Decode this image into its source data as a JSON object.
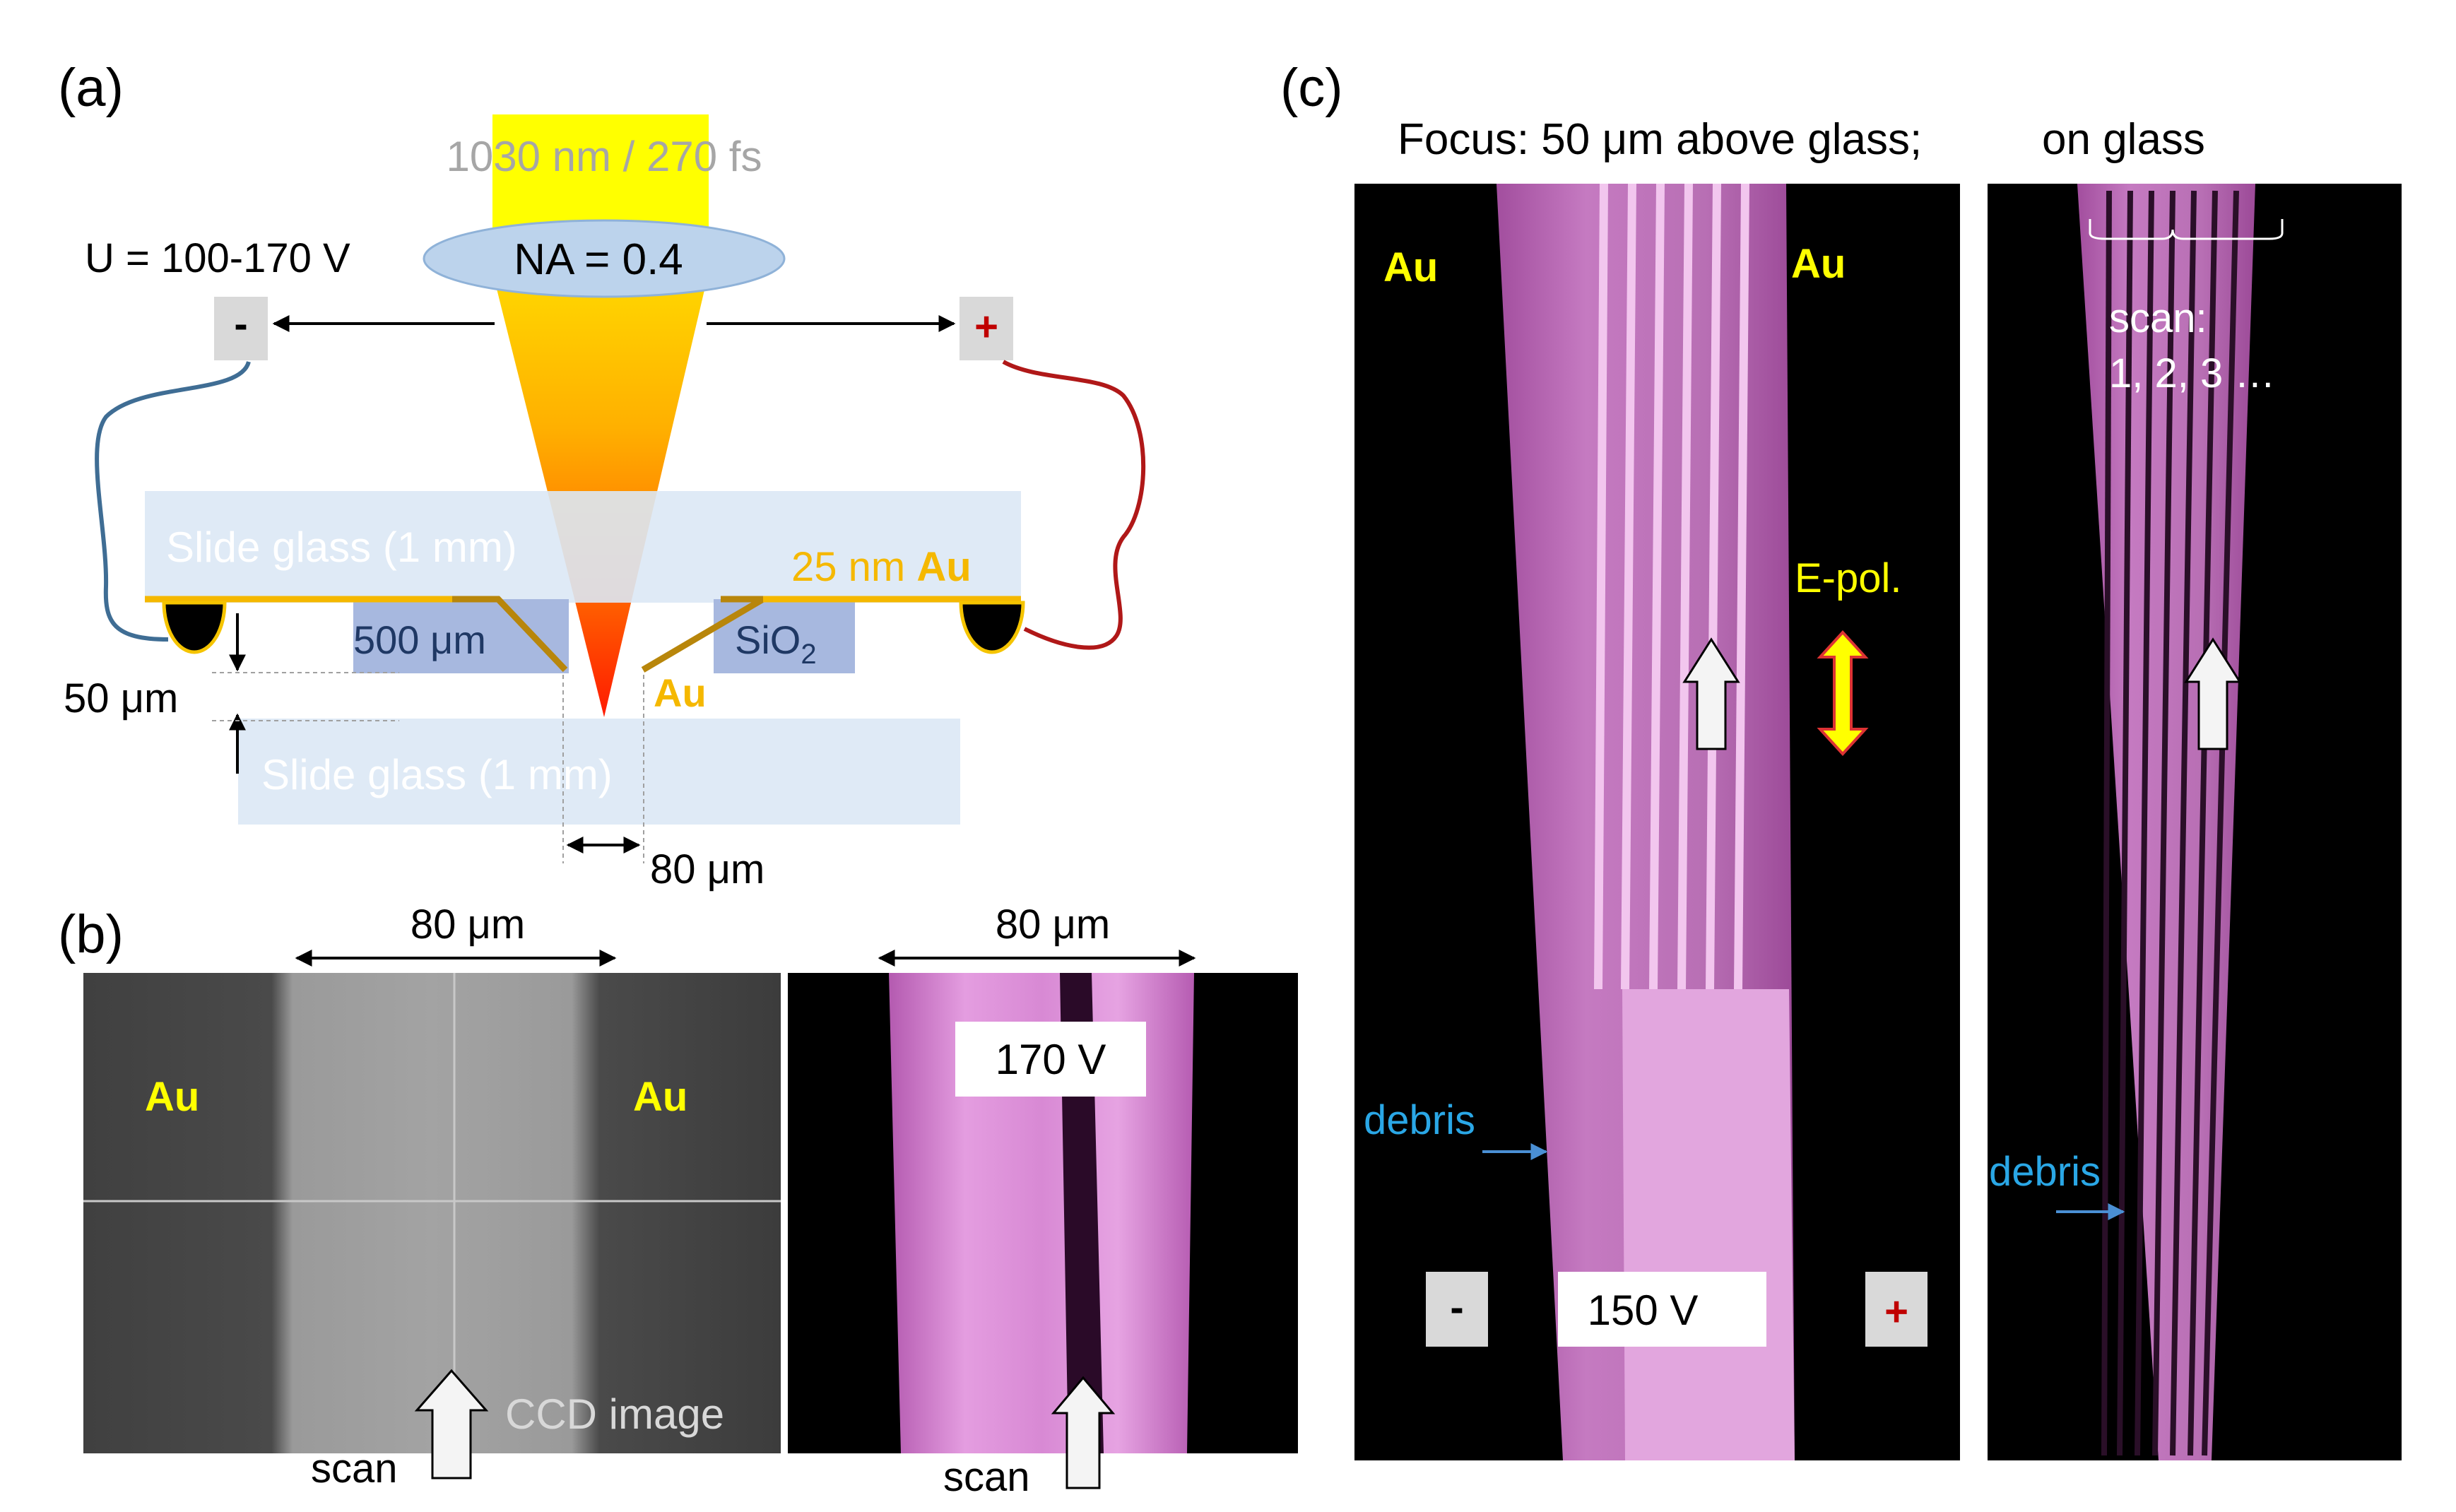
{
  "panel_a": {
    "label": "(a)",
    "laser_text": "1030 nm / 270 fs",
    "na_text": "NA = 0.4",
    "voltage_text": "U = 100-170 V",
    "minus_sign": "-",
    "plus_sign": "+",
    "top_glass_label": "Slide glass (1 mm)",
    "bottom_glass_label": "Slide glass (1 mm)",
    "au_thickness_prefix": "25 nm ",
    "au_thickness_au": "Au",
    "spacer_left_label": "500 μm",
    "spacer_right_label": "SiO",
    "spacer_right_sub": "2",
    "au_label": "Au",
    "gap_label": "50 μm",
    "width_label": "80 μm"
  },
  "panel_b": {
    "label": "(b)",
    "width_label_1": "80 μm",
    "width_label_2": "80 μm",
    "au_left": "Au",
    "au_right": "Au",
    "ccd_caption": "CCD image",
    "scan_label_1": "scan",
    "scan_label_2": "scan",
    "voltage_label": "170 V"
  },
  "panel_c": {
    "label": "(c)",
    "header_left": "Focus: 50 μm above glass;",
    "header_right": "on glass",
    "au_left": "Au",
    "au_right": "Au",
    "epol_label": "E-pol.",
    "debris_label_1": "debris",
    "debris_label_2": "debris",
    "voltage_label": "150 V",
    "minus_sign": "-",
    "plus_sign": "+",
    "scan_line1": "scan:",
    "scan_line2": "1, 2, 3 …"
  },
  "colors": {
    "gold": "#f5b800",
    "au_yellow": "#ffff00",
    "wire_blue": "#3f6d94",
    "wire_red": "#b01818",
    "glass": "#dbe8f5",
    "spacer": "#a7b8df",
    "debris_blue": "#2aa7e6",
    "pink": "#d884d2"
  }
}
